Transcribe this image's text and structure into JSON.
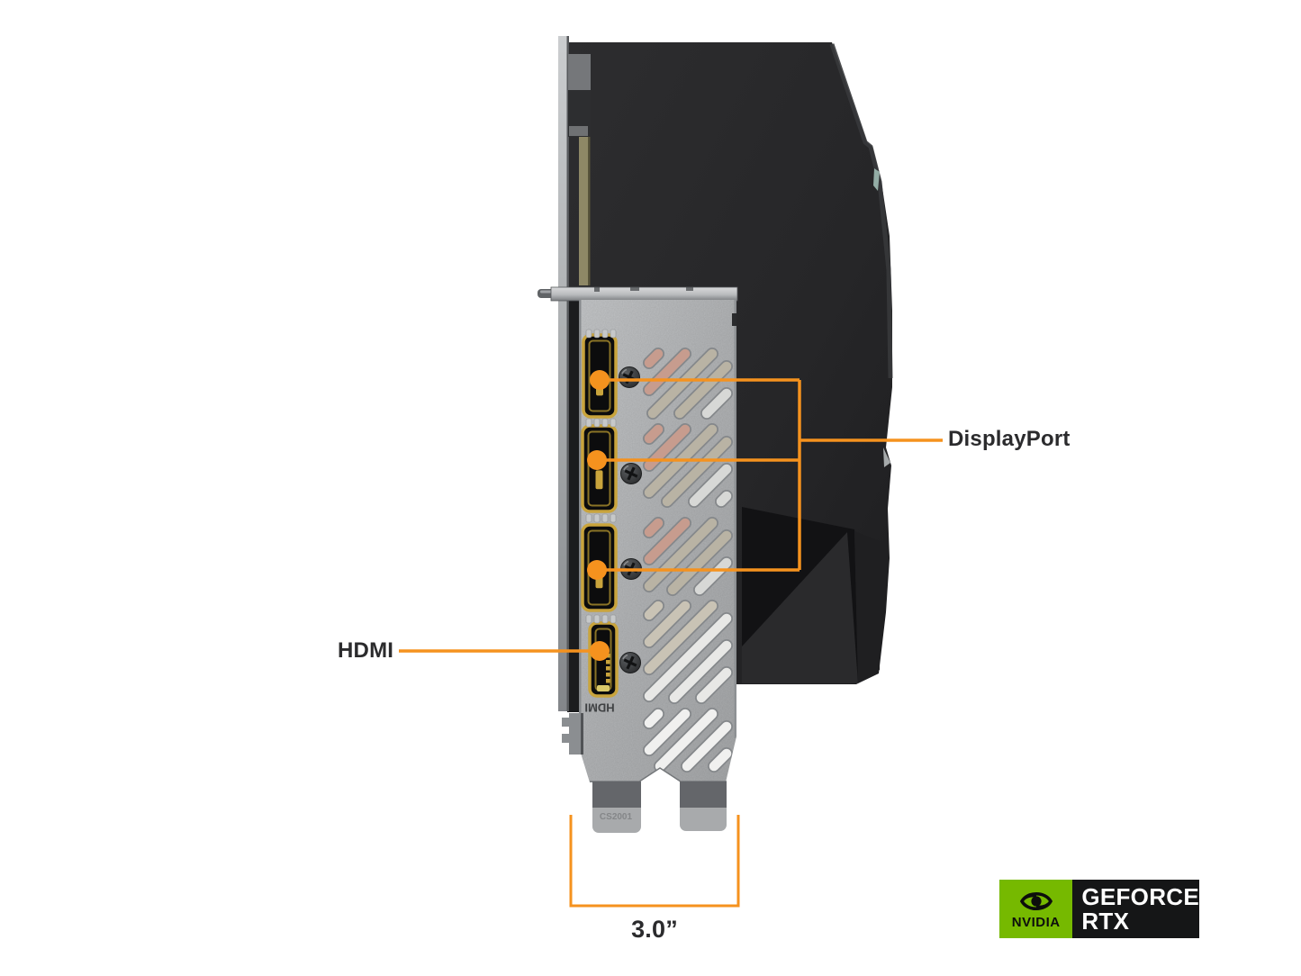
{
  "page": {
    "background": "#ffffff"
  },
  "colors": {
    "accent_orange": "#F5921E",
    "nvidia_green": "#76B900",
    "badge_black": "#151617",
    "label_text": "#2b2b2d",
    "bracket_gray": "#b3b5b7",
    "body_black": "#27272a",
    "port_gold": "#c9a43c"
  },
  "callouts": {
    "displayport": {
      "label": "DisplayPort",
      "ports_connected": 3
    },
    "hdmi": {
      "label": "HDMI",
      "ports_connected": 1
    },
    "dimension": {
      "label": "3.0”"
    }
  },
  "bracket": {
    "hdmi_stamp": "HDMI",
    "foot_stamp": "CS2001"
  },
  "badge": {
    "brand": "NVIDIA",
    "product_line1": "GEFORCE",
    "product_line2": "RTX"
  }
}
